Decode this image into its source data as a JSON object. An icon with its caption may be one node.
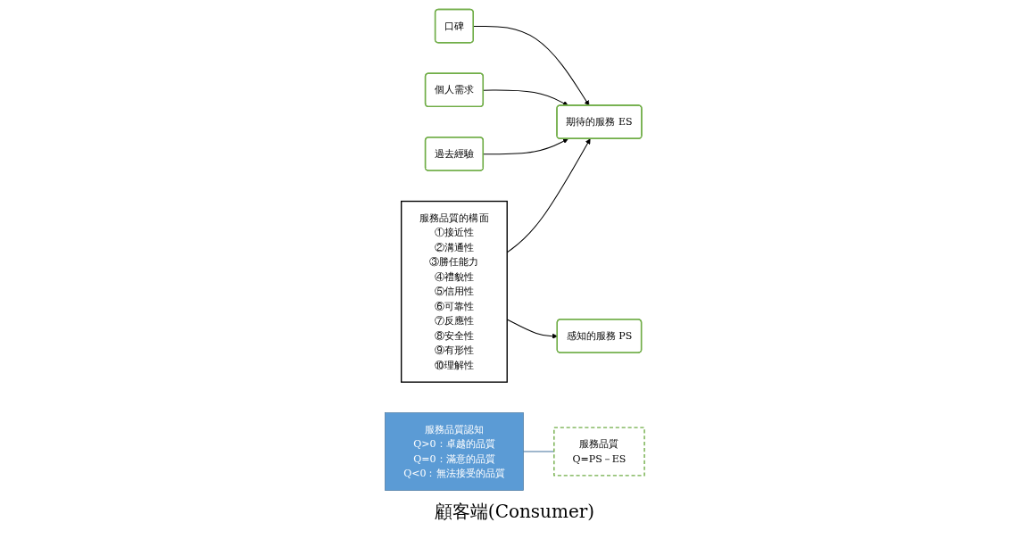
{
  "diagram": {
    "nodes": [
      {
        "text": [
          "服務品質的構面",
          "①接近性",
          "②溝通性",
          "③勝任能力",
          "④禮貌性",
          "⑤信用性",
          "⑥可靠性",
          "⑦反應性",
          "⑧安全性",
          "⑨有形性",
          "⑩理解性"
        ]
      },
      {
        "text": [
          "口碑"
        ]
      },
      {
        "text": [
          "個人需求"
        ]
      },
      {
        "text": [
          "過去經驗"
        ]
      },
      {
        "text": [
          "期待的服務 ES"
        ]
      },
      {
        "text": [
          "服務品質",
          "Q=PS－ES"
        ]
      },
      {
        "text": [
          "感知的服務 PS"
        ]
      },
      {
        "text": [
          "服務品質認知",
          "Q>0：卓越的品質",
          "Q=0：滿意的品質",
          "Q<0：無法接受的品質"
        ]
      }
    ],
    "edges": [
      {
        "from": 1,
        "to": 4,
        "arrow": "to"
      },
      {
        "from": 2,
        "to": 4,
        "arrow": "to"
      },
      {
        "from": 3,
        "to": 4,
        "arrow": "to"
      },
      {
        "from": 0,
        "to": 4,
        "arrow": "to"
      },
      {
        "from": 0,
        "to": 6,
        "arrow": "to"
      },
      {
        "from": 7,
        "to": 5,
        "arrow": "none",
        "color": "#41719c"
      }
    ],
    "labels": [
      "顧客端(Consumer)"
    ]
  }
}
